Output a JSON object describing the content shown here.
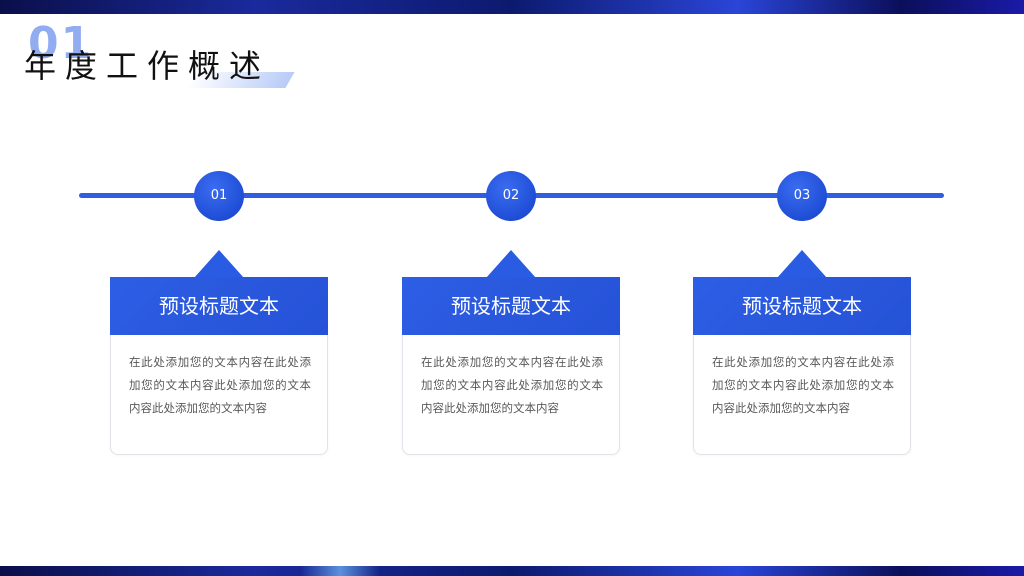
{
  "title": {
    "number": "01",
    "text": "年度工作概述"
  },
  "colors": {
    "accent": "#2a5be3",
    "band": "#0c1a6e",
    "text_muted": "#595959"
  },
  "timeline": {
    "nodes": [
      "01",
      "02",
      "03"
    ]
  },
  "cards": [
    {
      "heading": "预设标题文本",
      "body": "在此处添加您的文本内容在此处添加您的文本内容此处添加您的文本内容此处添加您的文本内容"
    },
    {
      "heading": "预设标题文本",
      "body": "在此处添加您的文本内容在此处添加您的文本内容此处添加您的文本内容此处添加您的文本内容"
    },
    {
      "heading": "预设标题文本",
      "body": "在此处添加您的文本内容在此处添加您的文本内容此处添加您的文本内容此处添加您的文本内容"
    }
  ]
}
